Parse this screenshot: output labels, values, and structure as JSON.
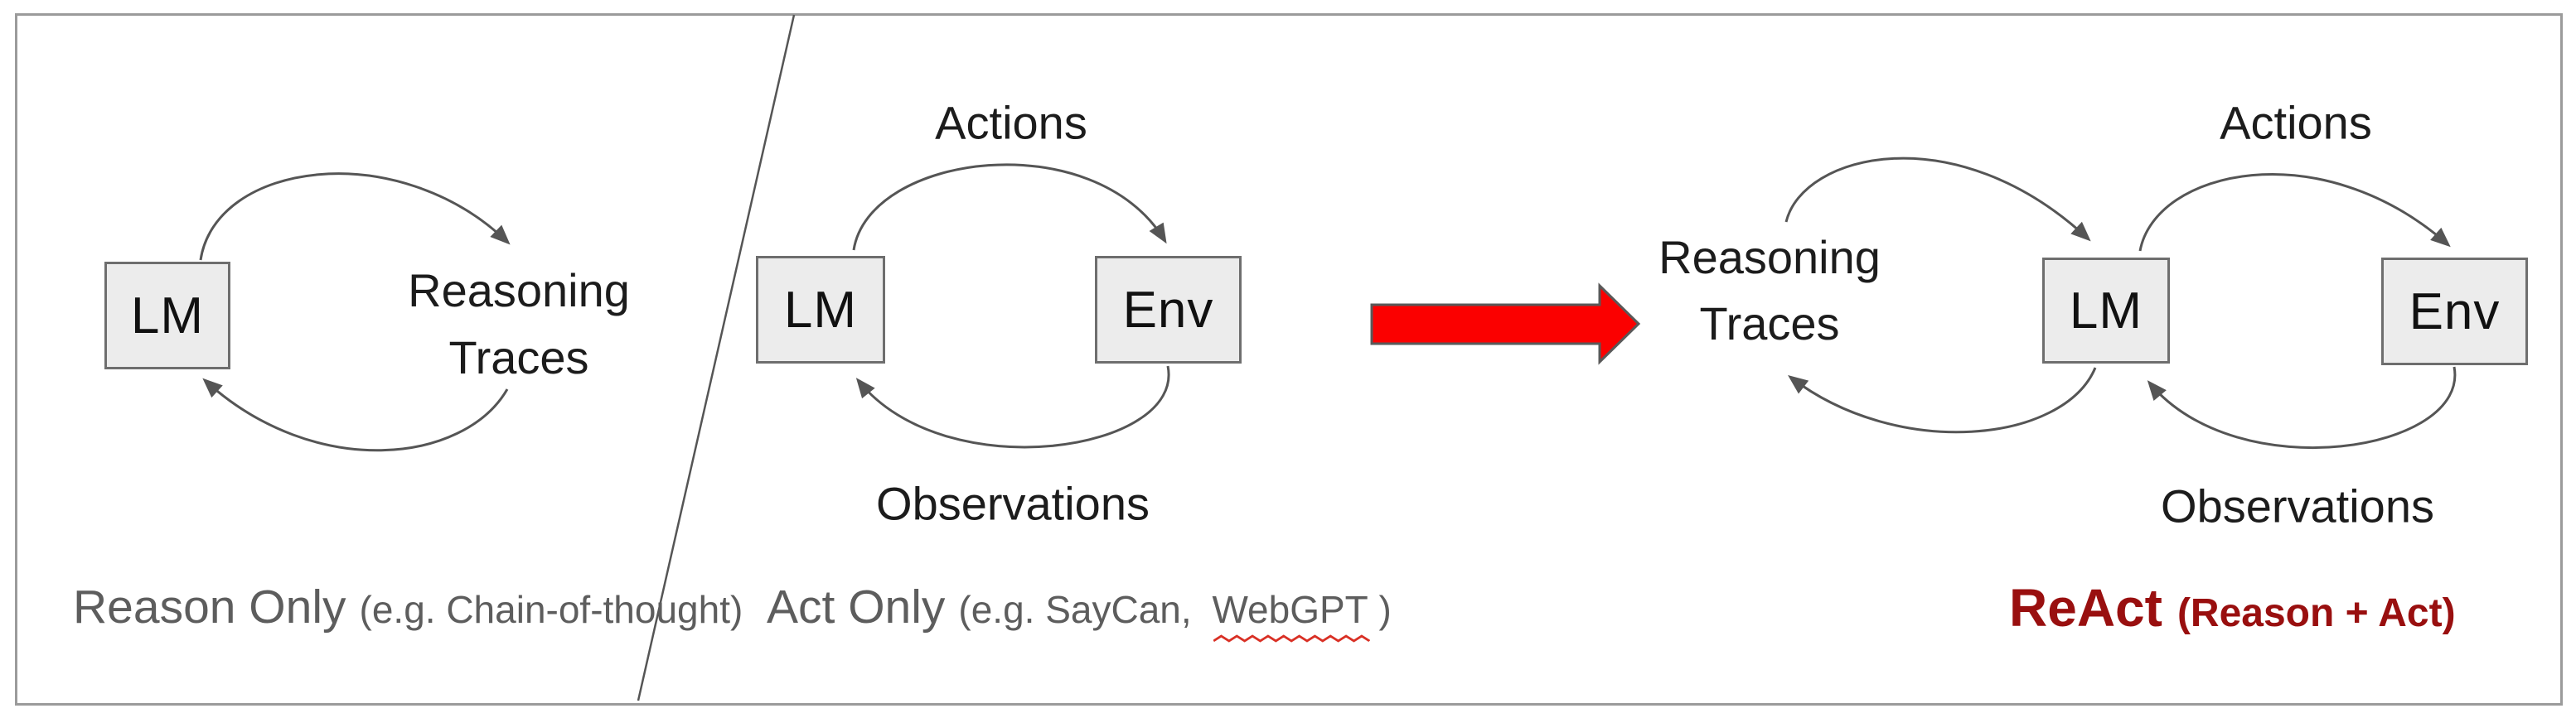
{
  "figure": {
    "description": "Comparison of language-model agent paradigms: Reason Only, Act Only, and ReAct"
  },
  "colors": {
    "background": "#ffffff",
    "frame_border": "#9b9b9b",
    "box_fill": "#ececec",
    "box_border": "#6e6e6e",
    "label_text": "#1c1c1c",
    "arc_stroke": "#555555",
    "caption_gray": "#5d5d5d",
    "react_dark_red": "#990f0f",
    "transition_arrow_fill": "#fb0000",
    "transition_arrow_border": "#595959",
    "spellcheck_squiggle": "#d93025"
  },
  "panels": {
    "reason_only": {
      "lm_label": "LM",
      "node_line1": "Reasoning",
      "node_line2": "Traces",
      "caption_main": "Reason Only",
      "caption_note": "(e.g. Chain-of-thought)"
    },
    "act_only": {
      "lm_label": "LM",
      "env_label": "Env",
      "actions_label": "Actions",
      "observations_label": "Observations",
      "caption_main": "Act Only",
      "caption_note_prefix": "(e.g. SayCan,",
      "caption_note_misspelled": "WebGPT",
      "caption_note_suffix": ")"
    },
    "react": {
      "reasoning_line1": "Reasoning",
      "reasoning_line2": "Traces",
      "lm_label": "LM",
      "env_label": "Env",
      "actions_label": "Actions",
      "observations_label": "Observations",
      "caption_main": "ReAct",
      "caption_note": "(Reason + Act)"
    }
  }
}
